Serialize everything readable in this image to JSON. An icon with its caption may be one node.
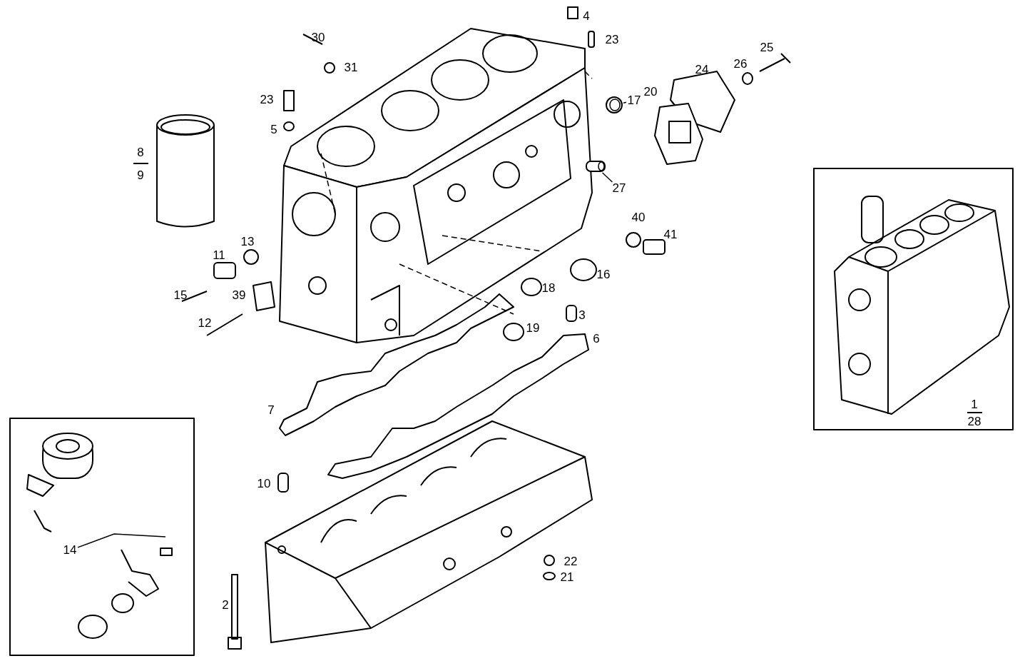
{
  "diagram": {
    "nodes": [
      {
        "text": [
          "17"
        ]
      },
      {
        "text": [],
        "shape": "picture"
      },
      {
        "text": [
          "27"
        ]
      },
      {
        "text": [],
        "shape": "picture"
      },
      {
        "text": [
          "14"
        ]
      }
    ],
    "edges": [
      {
        "from": 0,
        "to": 1,
        "arrow": "none"
      },
      {
        "from": 2,
        "to": 3,
        "arrow": "none"
      },
      {
        "from": 4,
        "to": null,
        "arrow": "none"
      }
    ],
    "labels": [
      "4",
      "30",
      "23",
      "31",
      "25",
      "24",
      "26",
      "23",
      "20",
      "5",
      "8",
      "9",
      "40",
      "41",
      "13",
      "11",
      "16",
      "15",
      "39",
      "18",
      "12",
      "3",
      "19",
      "6",
      "7",
      "1",
      "28",
      "10",
      "22",
      "21",
      "2"
    ]
  }
}
